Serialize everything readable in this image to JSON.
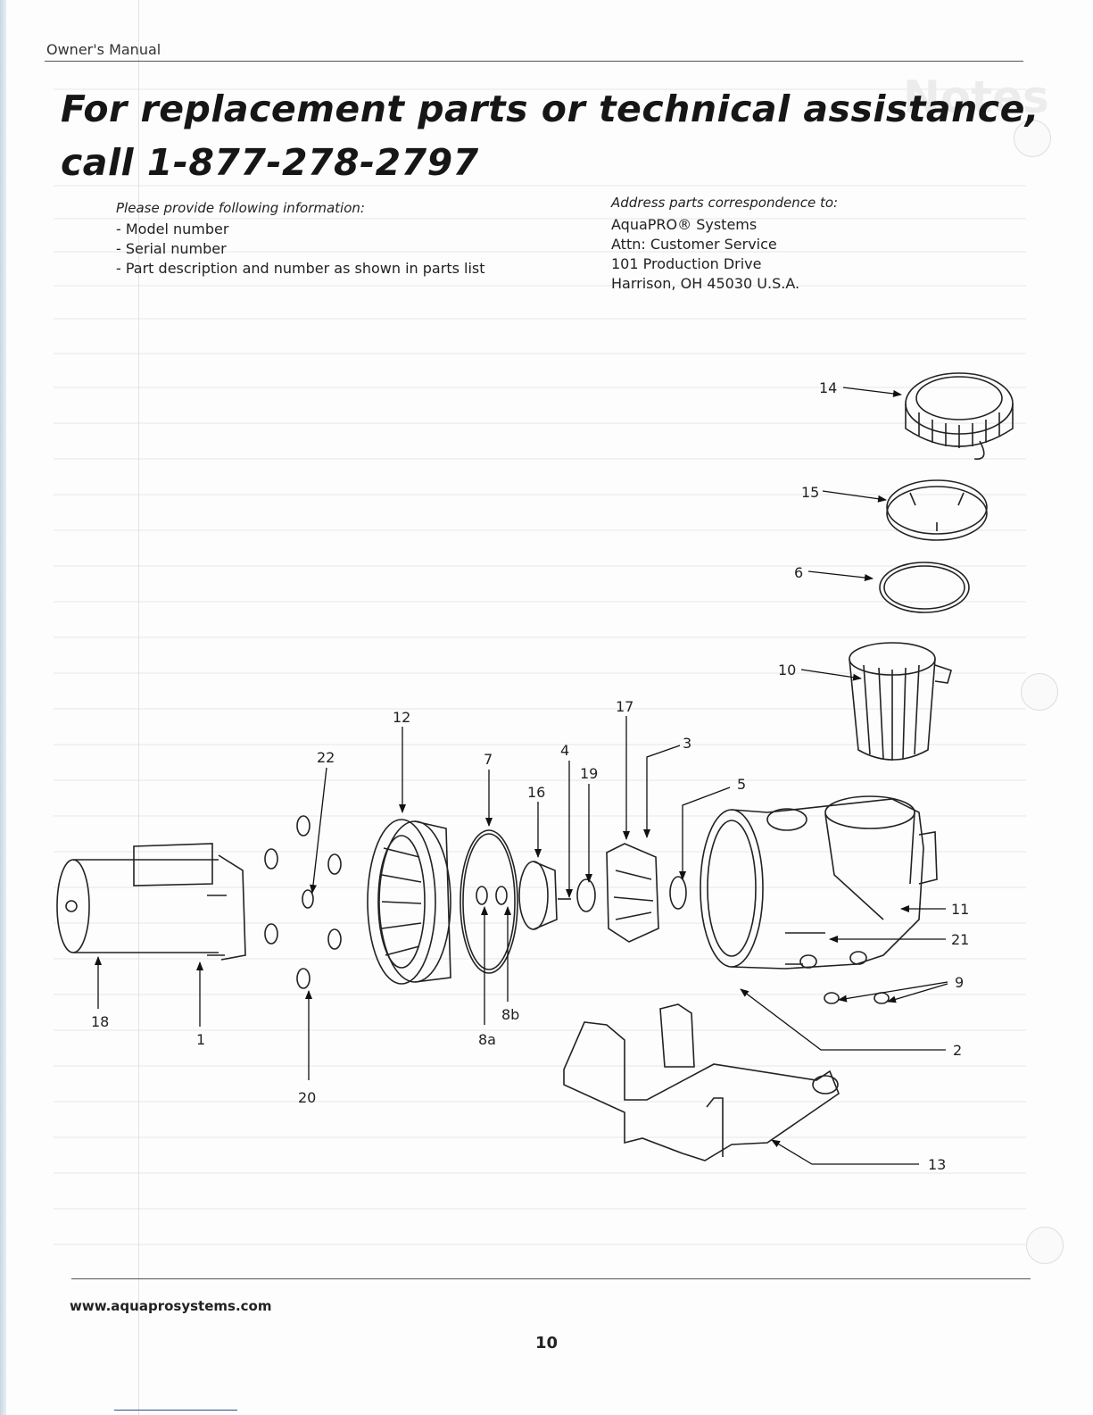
{
  "header": {
    "title": "Owner's Manual"
  },
  "watermark": "Notes",
  "headline": {
    "line1": "For replacement parts or technical assistance,",
    "line2": "call 1-877-278-2797"
  },
  "info": {
    "lead": "Please provide following information:",
    "items": [
      "- Model number",
      "- Serial number",
      "- Part description and number as shown in parts list"
    ]
  },
  "address": {
    "lead": "Address parts correspondence to:",
    "lines": [
      "AquaPRO® Systems",
      "Attn: Customer Service",
      "101 Production Drive",
      "Harrison, OH 45030  U.S.A."
    ]
  },
  "parts": {
    "p1": "1",
    "p2": "2",
    "p3": "3",
    "p4": "4",
    "p5": "5",
    "p6": "6",
    "p7": "7",
    "p8a": "8a",
    "p8b": "8b",
    "p9": "9",
    "p10": "10",
    "p11": "11",
    "p12": "12",
    "p13": "13",
    "p14": "14",
    "p15": "15",
    "p16": "16",
    "p17": "17",
    "p18": "18",
    "p19": "19",
    "p20": "20",
    "p21": "21",
    "p22": "22"
  },
  "footer": {
    "url": "www.aquaprosystems.com",
    "page": "10"
  }
}
